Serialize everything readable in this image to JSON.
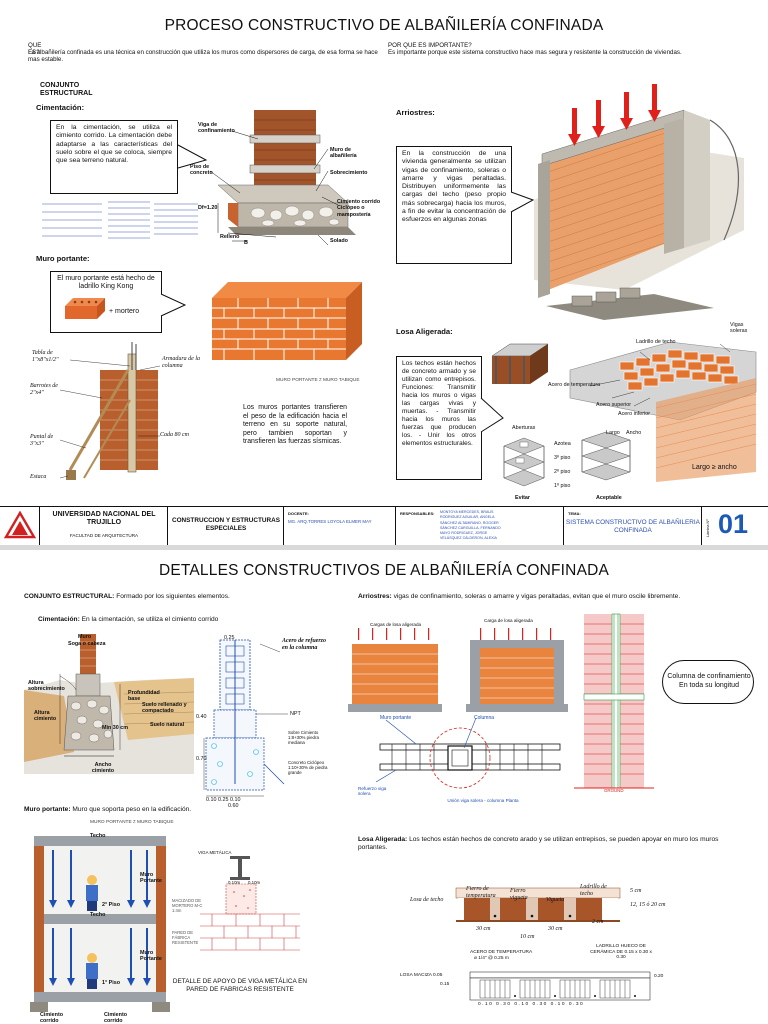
{
  "sheet1": {
    "title": "PROCESO CONSTRUCTIVO DE ALBAÑILERÍA CONFINADA",
    "que_es_label": "QUE ES?",
    "que_es_text": "La albañilería confinada es una técnica en construcción que utiliza los muros como dispersores de carga, de esa forma se hace mas estable.",
    "importante_label": "POR QUE ES IMPORTANTE?",
    "importante_text": "Es importante porque este sistema constructivo hace mas segura y resistente la construcción de viviendas.",
    "conjunto_label": "CONJUNTO ESTRUCTURAL",
    "cimentacion_label": "Cimentación:",
    "cimentacion_text": "En la cimentación, se utiliza el cimiento corrido. La cimentación debe adaptarse a las características del suelo sobre el que se coloca, siempre que sea terreno natural.",
    "cimiento_tags": {
      "viga": "Viga de confinamiento",
      "piso": "Piso de concreto",
      "muro": "Muro de albañilería",
      "sobre": "Sobrecimiento",
      "cimiento": "Cimiento corrido Ciclópeo o mampostería",
      "df": "Df=1.20",
      "relleno": "Relleno",
      "solado": "Solado",
      "b": "B"
    },
    "muro_portante_label": "Muro portante:",
    "muro_portante_text": "El muro portante está hecho de ladrillo King Kong",
    "mortero_text": "+ mortero",
    "muro_caption": "MURO PORTANTE ≠ MURO TABIQUE",
    "columna_tags": {
      "tabla": "Tabla de 1\"x8\"x1/2\"",
      "armadura": "Armadura de la columna",
      "barrotes": "Barrotes de 2\"x4\"",
      "cada": "Cada 80 cm",
      "puntal": "Puntal de 3\"x3\"",
      "estaca": "Estaca"
    },
    "muros_text": "Los muros portantes transfieren el peso de la edificación hacia el terreno en su soporte natural, pero tambien soportan y transfieren las fuerzas sísmicas.",
    "arriostres_label": "Arriostres:",
    "arriostres_text": "En la construcción de una vivienda generalmente se utilizan vigas de confinamiento, soleras o amarre y vigas peraltadas. Distribuyen uniformemente las cargas del techo (peso propio más sobrecarga) hacia los muros, a fin de evitar la concentración de esfuerzos en algunas zonas",
    "losa_label": "Losa Aligerada:",
    "losa_text": "Los techos están hechos de concreto armado y se utilizan como entrepisos. Funciones: Transmitir hacia los muros o vigas las cargas vivas y muertas. - Transmitir hacia los muros las fuerzas que producen los. - Unir los otros elementos estructurales.",
    "losa_tags": {
      "ladrillo": "Ladrillo de techo",
      "vigas": "Vigas soleras",
      "acero_temp": "Acero de temperatura",
      "acero_sup": "Acero superior",
      "acero_inf": "Acero inferior",
      "aberturas": "Aberturas",
      "azotea": "Azotea",
      "p3": "3º piso",
      "p2": "2º piso",
      "p1": "1º piso",
      "evitar": "Evitar",
      "aceptable": "Aceptable",
      "largo": "Largo",
      "ancho": "Ancho",
      "largo_ancho": "Largo ≥ ancho"
    },
    "titleblock": {
      "university": "UNIVERSIDAD NACIONAL DEL TRUJILLO",
      "faculty": "FACULTAD DE ARQUITECTURA",
      "course": "CONSTRUCCION Y ESTRUCTURAS ESPECIALES",
      "docente_label": "DOCENTE:",
      "docente": "MG. ARQ.TORRES LOYOLA ELMER MAY",
      "responsables_label": "RESPONSABLES:",
      "responsables": [
        "MONTOYA MERCEDES, BRAUS",
        "RODRIGUEZ AGUILAR, ANGELA",
        "SÁNCHEZ ALTAMIRANO, ROGGER",
        "SÁNCHEZ CARGUILLA, FERNANDO",
        "MAYO RODRIGUEZ, JORGE",
        "VELÁSQUEZ CÁLDERON, ALEXIA"
      ],
      "tema_label": "TEMA:",
      "tema": "SISTEMA CONSTRUCTIVO DE ALBAÑILERIA CONFINADA",
      "lamina_label": "Lámina Nº",
      "lamina": "01"
    }
  },
  "sheet2": {
    "title": "DETALLES CONSTRUCTIVOS DE ALBAÑILERÍA CONFINADA",
    "conjunto_label": "CONJUNTO ESTRUCTURAL:",
    "conjunto_text": "Formado por los siguientes elementos.",
    "cimentacion_label": "Cimentación:",
    "cimentacion_text": "En la cimentación, se utiliza el cimiento corrido",
    "cim_tags": {
      "muro": "Muro",
      "soga": "Soga o cabeza",
      "altura_sobre": "Altura sobrecimiento",
      "altura_cim": "Altura cimiento",
      "min": "Min 30 cm",
      "prof": "Profundidad base",
      "suelo_rell": "Suelo rellenado y compactado",
      "suelo_nat": "Suelo natural",
      "ancho": "Ancho cimiento"
    },
    "det_tags": {
      "d025": "0.25",
      "acero": "Acero de refuerzo en la columna",
      "npt": "NPT",
      "sobre": "Sobre Cimiento 1:8+30% piedra mediana",
      "cim": "Concreto Ciclópeo 1:10+30% de piedra grande",
      "d040": "0.40",
      "d070": "0.70",
      "bottom": "0.10  0.25 0.10",
      "bottom2": "0.60"
    },
    "muro_portante_label": "Muro portante:",
    "muro_portante_text": "Muro que soporta peso en la edificación.",
    "muro_caption": "MURO PORTANTE ≠ MURO TABIQUE",
    "muro_tags": {
      "techo": "Techo",
      "muro": "Muro Portante",
      "piso2": "2° Piso",
      "piso1": "1° Piso",
      "cimiento": "Cimiento corrido"
    },
    "viga_tags": {
      "viga": "VIGA METÁLICA",
      "d10a": "0.10m",
      "d10b": "0.10m",
      "mac": "MACIZADO DE MORTERO M-C 1:4m",
      "pared": "PARED DE FÁBRICA RESISTENTE"
    },
    "detalle_caption": "DETALLE DE APOYO DE VIGA METÁLICA EN PARED DE FABRICAS RESISTENTE",
    "arriostres_label": "Arriostres:",
    "arriostres_text": "vigas de confinamiento, soleras o amarre y vigas peraltadas, evitan que el muro oscile libremente.",
    "arr_tags": {
      "cargas1": "Cargas de losa aligerada",
      "cargas2": "Carga de losa aligerada",
      "muro": "Muro portante",
      "columna": "Columna",
      "refuerzo": "Refuerzo viga solera",
      "union": "Unión viga solera - columna Planta",
      "ground": "GROUND"
    },
    "columna_note": "Columna de confinamiento En toda su longitud",
    "losa_label": "Losa Aligerada:",
    "losa_text": "Los techos están hechos de concreto arado y se utilizan entrepisos, se pueden apoyar en muro los muros portantes.",
    "losa_tags": {
      "losa_techo": "Losa de techo",
      "fierro_temp": "Fierro de temperatura",
      "fierro_vig": "Fierro vigueta",
      "vigueta": "Vigueta",
      "ladrillo": "Ladrillo de techo",
      "d5": "5 cm",
      "d12": "12, 15 ó 20 cm",
      "d2": "2 cm",
      "d30a": "30 cm",
      "d30b": "30 cm",
      "d10": "10 cm",
      "acero_temp": "ACERO DE TEMPERATURA",
      "acero_spec": "ø 1/4\" @ 0.25 m",
      "ladrillo_hueco": "LADRILLO HUECO DE CERÁMICA DE 0.15 x 0.30 x 0.30",
      "losa_maciza": "LOSA MACIZA 0.05",
      "d015": "0.15",
      "d020": "0.20",
      "dims": "0.10  0.30  0.10  0.30  0.10  0.30"
    }
  },
  "colors": {
    "brick": "#c8622f",
    "brick_light": "#e98a4c",
    "mortar": "#f3d3b6",
    "red": "#e0201b",
    "blue": "#1f4fb3",
    "cyan": "#2bb8ee",
    "green": "#2e9d3d",
    "pink": "#f4a7a7"
  }
}
